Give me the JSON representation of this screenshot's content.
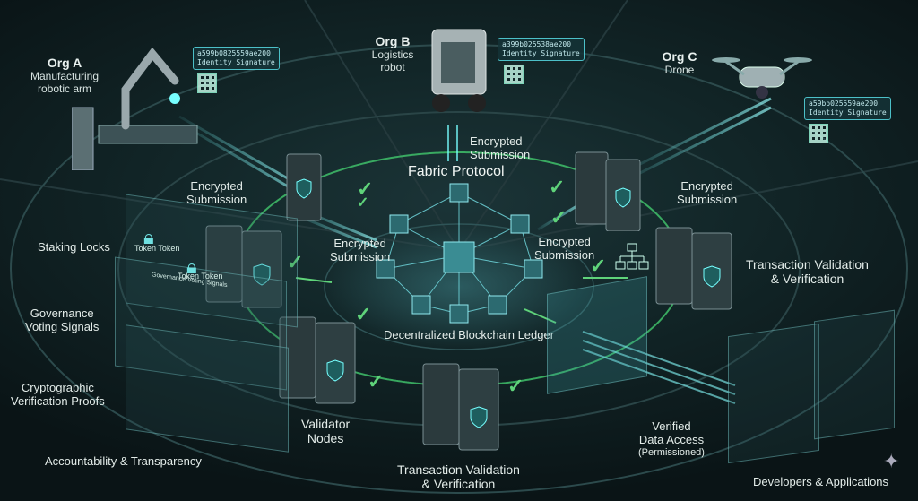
{
  "title": "Fabric Protocol",
  "ledger": "Decentralized Blockchain Ledger",
  "orgs": [
    {
      "name": "Org A",
      "desc1": "Manufacturing",
      "desc2": "robotic arm",
      "sig_hash": "a599b0825559ae200",
      "sig_label": "Identity Signature"
    },
    {
      "name": "Org B",
      "desc1": "Logistics",
      "desc2": "robot",
      "sig_hash": "a399b025538ae200",
      "sig_label": "Identity Signature"
    },
    {
      "name": "Org C",
      "desc1": "Drone",
      "desc2": "",
      "sig_hash": "a59bb025559ae200",
      "sig_label": "Identity Signature"
    }
  ],
  "submissions": {
    "line1": "Encrypted",
    "line2": "Submission"
  },
  "left_labels": {
    "staking": "Staking Locks",
    "gov1": "Governance",
    "gov2": "Voting Signals",
    "crypto1": "Cryptographic",
    "crypto2": "Verification Proofs",
    "accountability": "Accountability & Transparency"
  },
  "tokens": [
    "Token Token",
    "Token Token"
  ],
  "panel_caption": "Governance Voting Signals",
  "right_labels": {
    "txv1": "Transaction Validation",
    "txv2": "& Verification",
    "verified1": "Verified",
    "verified2": "Data Access",
    "verified3": "(Permissioned)",
    "devs": "Developers & Applications"
  },
  "bottom_labels": {
    "validator1": "Validator",
    "validator2": "Nodes",
    "txv1": "Transaction Validation",
    "txv2": "& Verification"
  },
  "colors": {
    "accent": "#4fd1d9",
    "check": "#5fd37a",
    "ring": "#3fbf6a"
  }
}
